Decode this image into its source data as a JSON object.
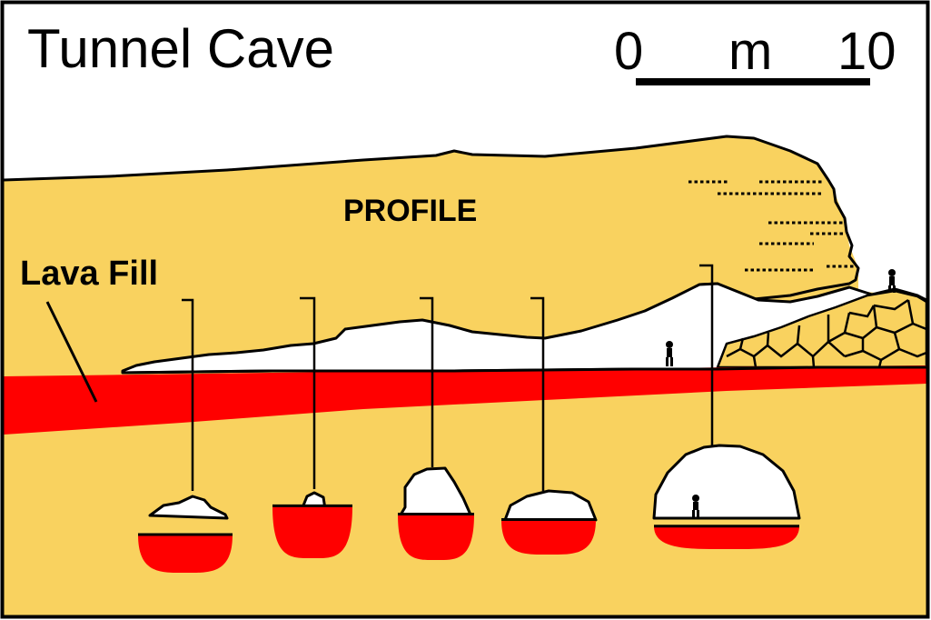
{
  "title": "Tunnel Cave",
  "scale_bar": {
    "start_label": "0",
    "unit_label": "m",
    "end_label": "10"
  },
  "labels": {
    "profile": "PROFILE",
    "lava_fill": "Lava Fill"
  },
  "colors": {
    "rock": "#F9D25F",
    "lava": "#FF0000",
    "void": "#FFFFFF",
    "outline": "#000000"
  },
  "cross_sections": [
    {
      "id": 1,
      "lava_level": 0.5
    },
    {
      "id": 2,
      "lava_level": 0.8
    },
    {
      "id": 3,
      "lava_level": 0.5
    },
    {
      "id": 4,
      "lava_level": 0.55
    },
    {
      "id": 5,
      "lava_level": 0.22
    }
  ]
}
